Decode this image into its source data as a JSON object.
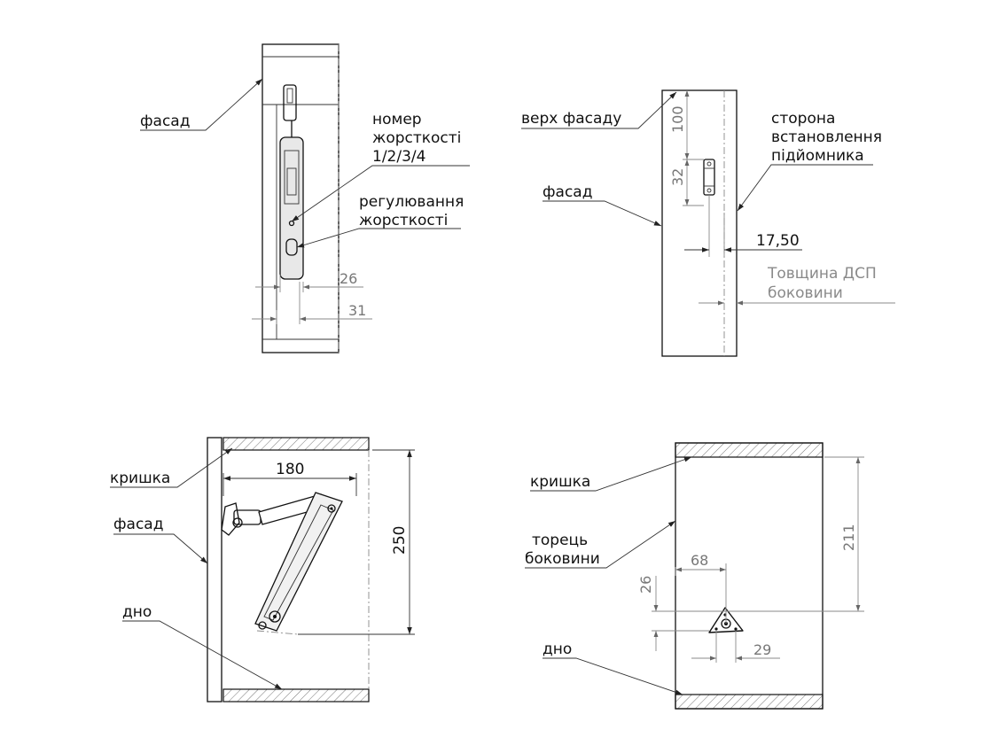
{
  "views": {
    "top_left": {
      "facade": "фасад",
      "stiffness_number": [
        "номер",
        "жорсткості",
        "1/2/3/4"
      ],
      "stiffness_adjust": [
        "регулювання",
        "жорсткості"
      ],
      "dim_26": "26",
      "dim_31": "31"
    },
    "top_right": {
      "facade_top": "верх фасаду",
      "facade": "фасад",
      "lift_side": [
        "сторона",
        "встановлення",
        "підйомника"
      ],
      "dim_100": "100",
      "dim_32": "32",
      "dim_1750": "17,50",
      "panel_thickness": [
        "Товщина ДСП",
        "боковини"
      ]
    },
    "bottom_left": {
      "lid": "кришка",
      "facade": "фасад",
      "bottom": "дно",
      "dim_180": "180",
      "dim_250": "250"
    },
    "bottom_right": {
      "lid": "кришка",
      "side_end": [
        "торець",
        "боковини"
      ],
      "bottom": "дно",
      "dim_211": "211",
      "dim_68": "68",
      "dim_26": "26",
      "dim_29": "29"
    }
  }
}
